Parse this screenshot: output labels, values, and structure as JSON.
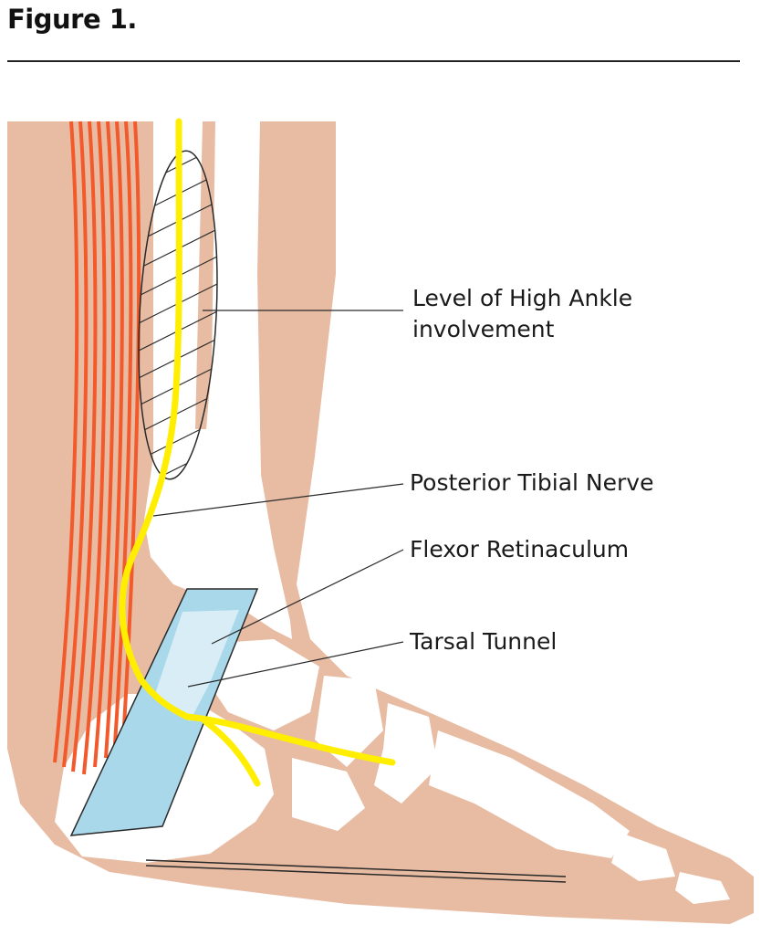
{
  "figure": {
    "title": "Figure 1."
  },
  "labels": {
    "high_ankle_line1": "Level of High Ankle",
    "high_ankle_line2": "involvement",
    "posterior_tibial_nerve": "Posterior Tibial Nerve",
    "flexor_retinaculum": "Flexor Retinaculum",
    "tarsal_tunnel": "Tarsal Tunnel"
  },
  "colors": {
    "skin": "#e8bca3",
    "bone": "#ffffff",
    "muscle": "#f2592b",
    "nerve": "#ffee00",
    "retinaculum": "#a8d8ea",
    "outline": "#2a2a2a"
  }
}
